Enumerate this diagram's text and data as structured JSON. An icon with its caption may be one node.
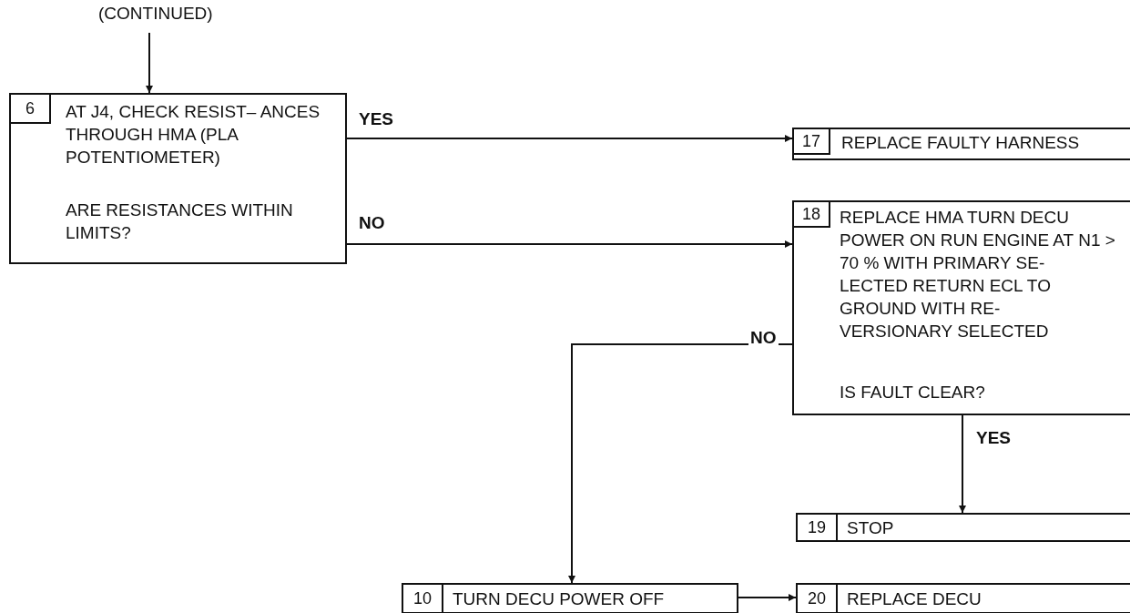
{
  "diagram": {
    "nodes": [
      {
        "text": [
          "(CONTINUED)"
        ]
      },
      {
        "text": [
          "6",
          "AT J4, CHECK RESIST– ANCES THROUGH HMA (PLA POTENTIOMETER)",
          "ARE RESISTANCES WITHIN LIMITS?"
        ]
      },
      {
        "text": [
          "17",
          "REPLACE FAULTY HARNESS"
        ]
      },
      {
        "text": [
          "18",
          "REPLACE HMA TURN DECU POWER ON RUN ENGINE AT N1 > 70 % WITH PRIMARY SE- LECTED RETURN ECL TO GROUND WITH RE- VERSIONARY SELECTED",
          "IS FAULT CLEAR?"
        ]
      },
      {
        "text": [
          "19",
          "STOP"
        ]
      },
      {
        "text": [
          "10",
          "TURN DECU POWER OFF"
        ]
      },
      {
        "text": [
          "20",
          "REPLACE DECU"
        ]
      }
    ],
    "edges": [
      {
        "from": 0,
        "to": 1,
        "arrow": "to"
      },
      {
        "from": 1,
        "to": 2,
        "arrow": "to",
        "label": "YES"
      },
      {
        "from": 1,
        "to": 3,
        "arrow": "to",
        "label": "NO"
      },
      {
        "from": 3,
        "to": 5,
        "arrow": "to",
        "label": "NO"
      },
      {
        "from": 3,
        "to": 4,
        "arrow": "to",
        "label": "YES"
      },
      {
        "from": 5,
        "to": 6,
        "arrow": "to"
      }
    ]
  }
}
